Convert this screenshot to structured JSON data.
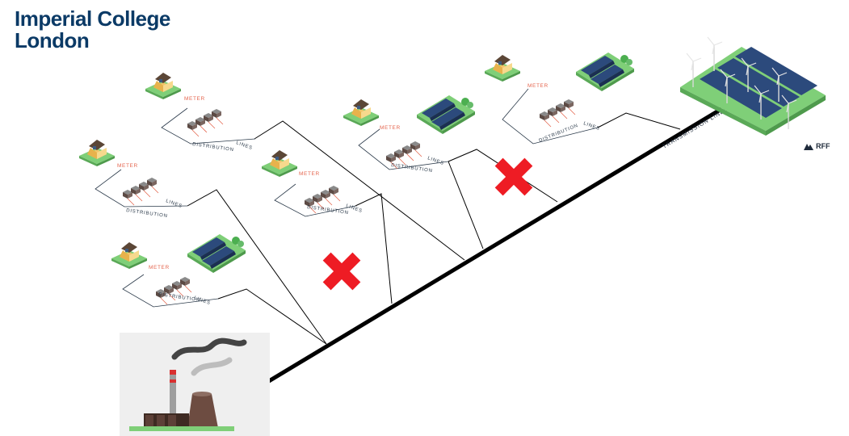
{
  "logo": {
    "line1": "Imperial College",
    "line2": "London"
  },
  "brand_mark": "RFF",
  "labels": {
    "meter": "METER",
    "distribution": "DISTRIBUTION",
    "lines": "LINES",
    "transmission": "TRANSMISSION LINES"
  },
  "colors": {
    "logo": "#0b3a66",
    "meter_text": "#e5664f",
    "fault_mark": "#ee1c24",
    "grass": "#7fcf78",
    "solar_panel": "#2c4a7c",
    "line": "#000000"
  },
  "icons": [
    "factory-icon",
    "house-icon",
    "meter-bank-icon",
    "solar-farm-icon",
    "wind-farm-icon",
    "fault-x-icon",
    "rff-icon"
  ]
}
